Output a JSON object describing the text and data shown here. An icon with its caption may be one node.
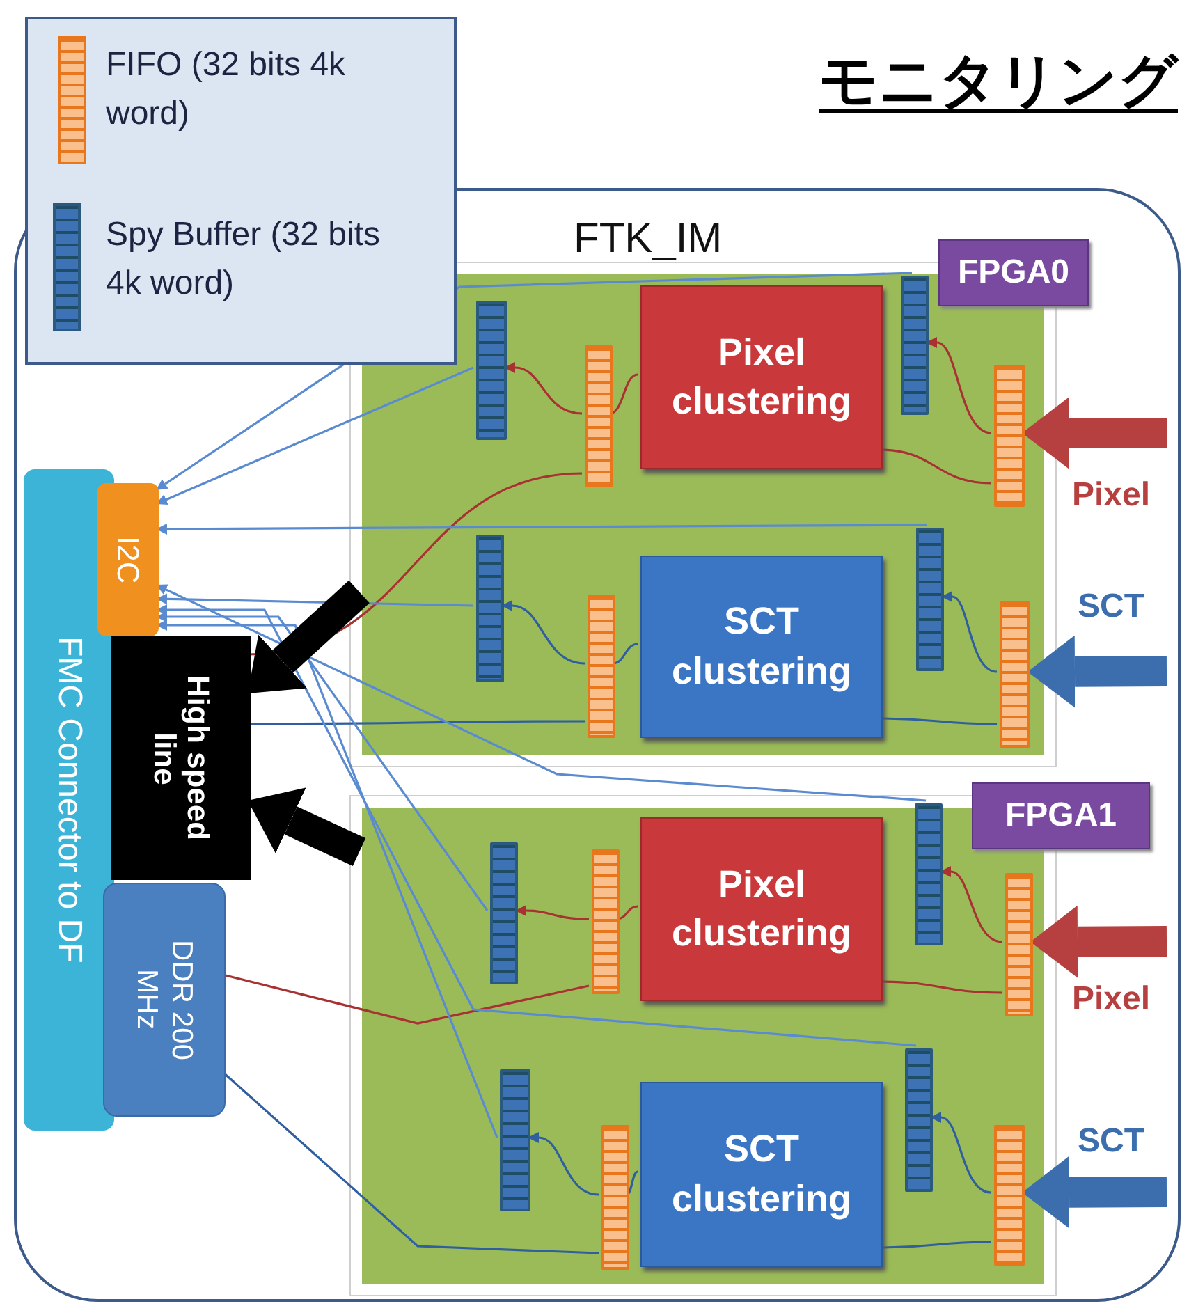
{
  "diagram": {
    "title": "モニタリング",
    "nodes": [
      {
        "text": [
          "FTK_IM"
        ]
      },
      {
        "text": [],
        "shape": "box",
        "in": 0
      },
      {
        "text": [
          "FPGA0"
        ],
        "in": 0
      },
      {
        "text": [],
        "shape": "bar",
        "in": 1
      },
      {
        "text": [],
        "shape": "bar",
        "in": 1
      },
      {
        "text": [
          "Pixel clustering"
        ],
        "in": 1
      },
      {
        "text": [],
        "shape": "bar",
        "in": 1
      },
      {
        "text": [],
        "shape": "bar",
        "in": 1
      },
      {
        "text": [],
        "shape": "bar",
        "in": 1
      },
      {
        "text": [],
        "shape": "bar",
        "in": 1
      },
      {
        "text": [
          "SCT clustering"
        ],
        "in": 1
      },
      {
        "text": [],
        "shape": "bar",
        "in": 1
      },
      {
        "text": [],
        "shape": "bar",
        "in": 1
      },
      {
        "text": [],
        "shape": "box",
        "in": 0
      },
      {
        "text": [
          "FPGA1"
        ],
        "in": 0
      },
      {
        "text": [],
        "shape": "bar",
        "in": 13
      },
      {
        "text": [],
        "shape": "bar",
        "in": 13
      },
      {
        "text": [
          "Pixel clustering"
        ],
        "in": 13
      },
      {
        "text": [],
        "shape": "bar",
        "in": 13
      },
      {
        "text": [],
        "shape": "bar",
        "in": 13
      },
      {
        "text": [],
        "shape": "bar",
        "in": 13
      },
      {
        "text": [],
        "shape": "bar",
        "in": 13
      },
      {
        "text": [
          "SCT clustering"
        ],
        "in": 13
      },
      {
        "text": [],
        "shape": "bar",
        "in": 13
      },
      {
        "text": [],
        "shape": "bar",
        "in": 13
      },
      {
        "text": [
          "FMC Connector to DF"
        ],
        "in": 0
      },
      {
        "text": [
          "I2C"
        ],
        "in": 0
      },
      {
        "text": [
          "High speed line"
        ],
        "in": 0
      },
      {
        "text": [
          "DDR 200 MHz"
        ],
        "in": 0
      }
    ],
    "edges": [
      {
        "from": null,
        "to": 7,
        "arrow": "to",
        "label": "Pixel",
        "style": "thick",
        "color": "#b5403f"
      },
      {
        "from": 7,
        "to": 5,
        "arrow": "none",
        "color": "#a83232"
      },
      {
        "from": 7,
        "to": 6,
        "arrow": "to",
        "color": "#a83232"
      },
      {
        "from": 5,
        "to": 4,
        "arrow": "none",
        "color": "#a83232"
      },
      {
        "from": 4,
        "to": 3,
        "arrow": "to",
        "color": "#a83232"
      },
      {
        "from": 4,
        "to": 27,
        "arrow": "none",
        "color": "#a83232"
      },
      {
        "from": 3,
        "to": 26,
        "arrow": "to",
        "color": "#5a8ad0"
      },
      {
        "from": 6,
        "to": 26,
        "arrow": "to",
        "color": "#5a8ad0"
      },
      {
        "from": null,
        "to": 12,
        "arrow": "to",
        "label": "SCT",
        "style": "thick",
        "color": "#3c6eae"
      },
      {
        "from": 12,
        "to": 10,
        "arrow": "none",
        "color": "#2f5f9f"
      },
      {
        "from": 12,
        "to": 11,
        "arrow": "to",
        "color": "#2f5f9f"
      },
      {
        "from": 10,
        "to": 9,
        "arrow": "none",
        "color": "#2f5f9f"
      },
      {
        "from": 9,
        "to": 8,
        "arrow": "to",
        "color": "#2f5f9f"
      },
      {
        "from": 9,
        "to": 27,
        "arrow": "none",
        "color": "#2f5f9f"
      },
      {
        "from": 8,
        "to": 26,
        "arrow": "to",
        "color": "#5a8ad0"
      },
      {
        "from": 11,
        "to": 26,
        "arrow": "to",
        "color": "#5a8ad0"
      },
      {
        "from": null,
        "to": 19,
        "arrow": "to",
        "label": "Pixel",
        "style": "thick",
        "color": "#b5403f"
      },
      {
        "from": 19,
        "to": 17,
        "arrow": "none",
        "color": "#a83232"
      },
      {
        "from": 19,
        "to": 18,
        "arrow": "to",
        "color": "#a83232"
      },
      {
        "from": 17,
        "to": 16,
        "arrow": "none",
        "color": "#a83232"
      },
      {
        "from": 16,
        "to": 15,
        "arrow": "to",
        "color": "#a83232"
      },
      {
        "from": 16,
        "to": 28,
        "arrow": "none",
        "color": "#a83232"
      },
      {
        "from": 15,
        "to": 26,
        "arrow": "to",
        "color": "#5a8ad0"
      },
      {
        "from": 18,
        "to": 26,
        "arrow": "to",
        "color": "#5a8ad0"
      },
      {
        "from": null,
        "to": 24,
        "arrow": "to",
        "label": "SCT",
        "style": "thick",
        "color": "#3c6eae"
      },
      {
        "from": 24,
        "to": 22,
        "arrow": "none",
        "color": "#2f5f9f"
      },
      {
        "from": 24,
        "to": 23,
        "arrow": "to",
        "color": "#2f5f9f"
      },
      {
        "from": 22,
        "to": 21,
        "arrow": "none",
        "color": "#2f5f9f"
      },
      {
        "from": 21,
        "to": 20,
        "arrow": "to",
        "color": "#2f5f9f"
      },
      {
        "from": 21,
        "to": 28,
        "arrow": "none",
        "color": "#2f5f9f"
      },
      {
        "from": 20,
        "to": 26,
        "arrow": "to",
        "color": "#5a8ad0"
      },
      {
        "from": 23,
        "to": 26,
        "arrow": "to",
        "color": "#5a8ad0"
      },
      {
        "from": 1,
        "to": 27,
        "arrow": "to",
        "style": "thick",
        "color": "#000000"
      },
      {
        "from": 13,
        "to": 27,
        "arrow": "to",
        "style": "thick",
        "color": "#000000"
      }
    ],
    "legend": [
      {
        "text": "FIFO (32 bits 4k word)"
      },
      {
        "text": "Spy Buffer (32 bits 4k word)"
      }
    ]
  }
}
